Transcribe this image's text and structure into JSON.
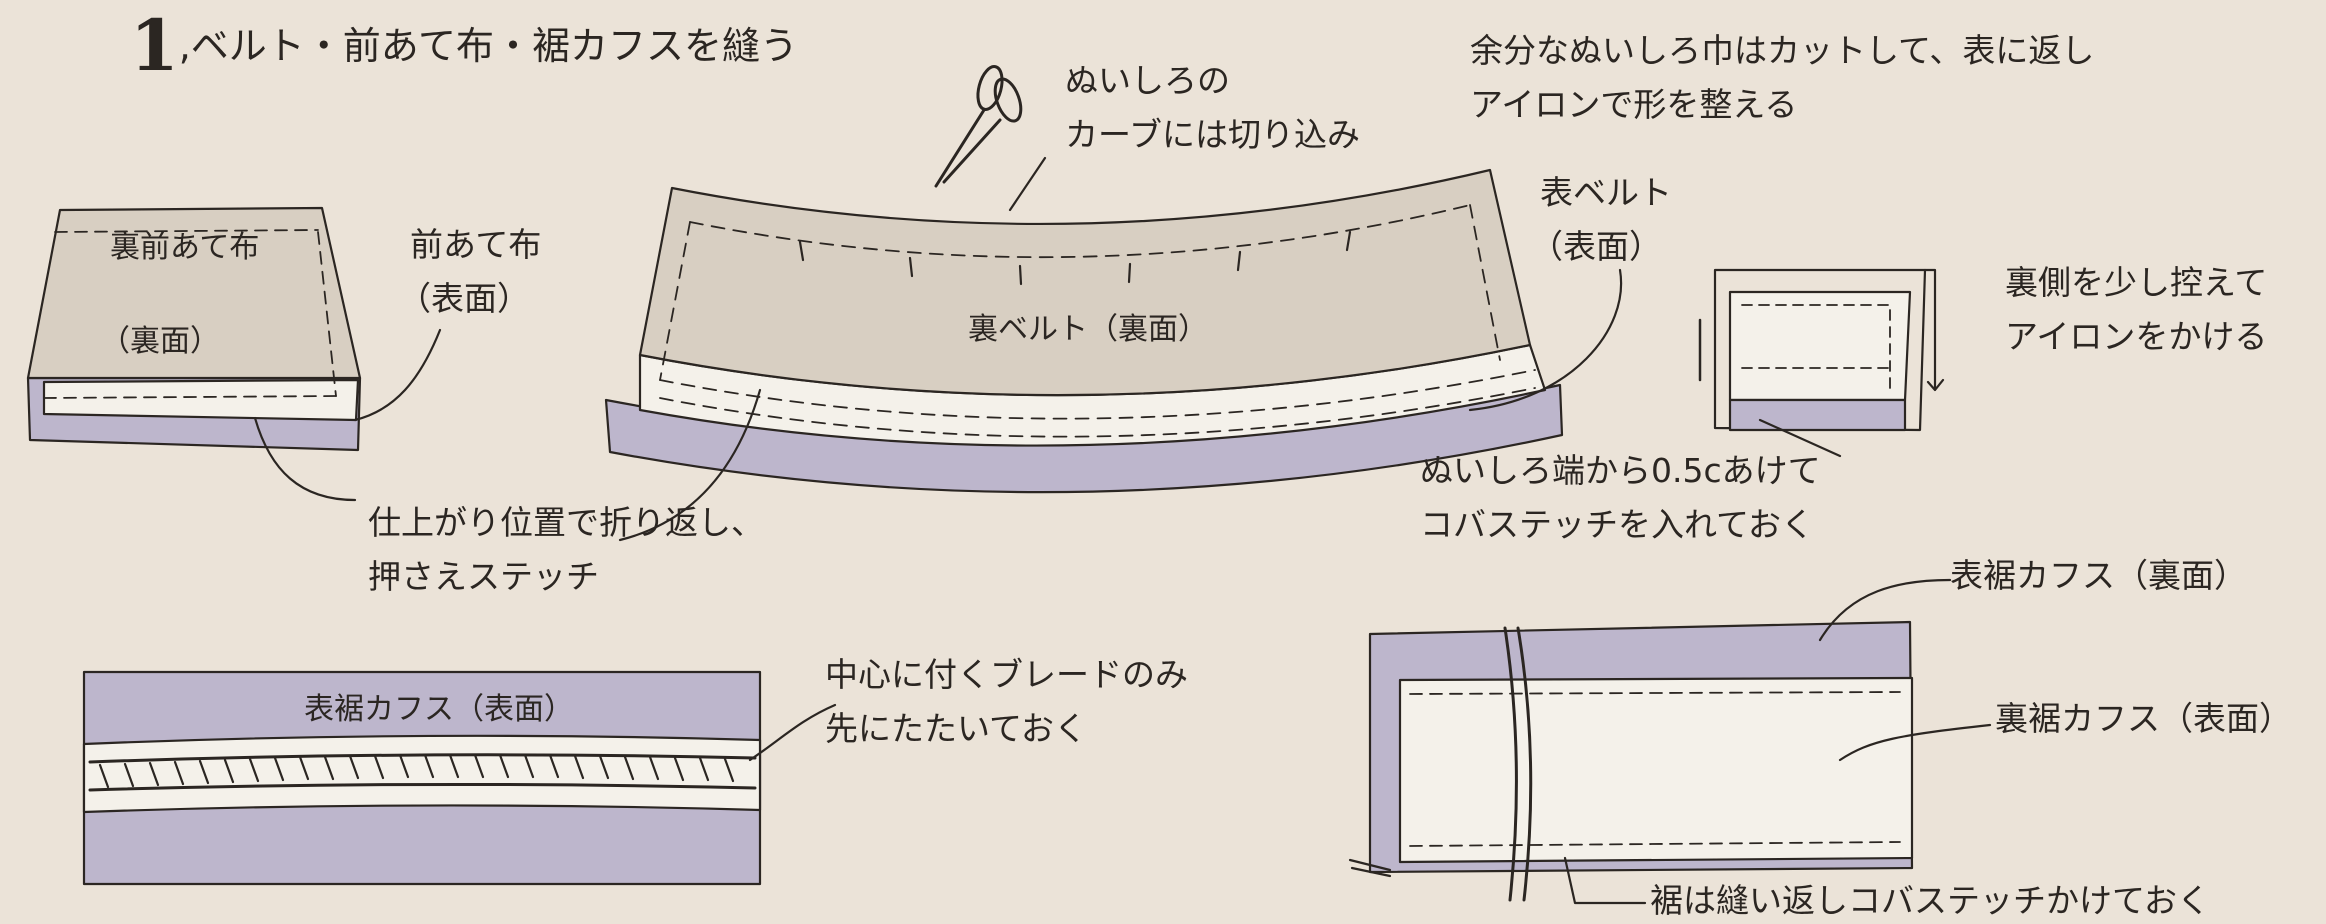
{
  "title": {
    "number": "1",
    "text": ",ベルト・前あて布・裾カフスを縫う"
  },
  "labels": {
    "ura_mae_ate_fu": "裏前あて布",
    "ura_mae_ate_fu_face": "（裏面）",
    "mae_ate_fu": "前あて布",
    "mae_ate_fu_face": "（表面）",
    "fold_line1": "仕上がり位置で折り返し、",
    "fold_line2": "押さえステッチ",
    "nuishiro_line1": "ぬいしろの",
    "nuishiro_line2": "カーブには切り込み",
    "ura_belt": "裏ベルト（裏面）",
    "omote_belt": "表ベルト",
    "omote_belt_face": "（表面）",
    "cut_line1": "余分なぬいしろ巾はカットして、表に返し",
    "cut_line2": "アイロンで形を整える",
    "press_line1": "裏側を少し控えて",
    "press_line2": "アイロンをかける",
    "stitch_line1": "ぬいしろ端から0.5cあけて",
    "stitch_line2": "コバステッチを入れておく",
    "omote_cuff_face": "表裾カフス（表面）",
    "braid_line1": "中心に付くブレードのみ",
    "braid_line2": "先にたたいておく",
    "omote_cuff_back": "表裾カフス（裏面）",
    "ura_cuff_face": "裏裾カフス（表面）",
    "hem_line": "裾は縫い返しコバステッチかけておく"
  },
  "colors": {
    "background": "#ebe3d8",
    "fabric_beige": "#d8cfc2",
    "fabric_lavender": "#bdb6cc",
    "fabric_white": "#f4f1ea",
    "outline": "#2b2622"
  },
  "icons": [
    "scissors-icon",
    "arrow-icon"
  ]
}
